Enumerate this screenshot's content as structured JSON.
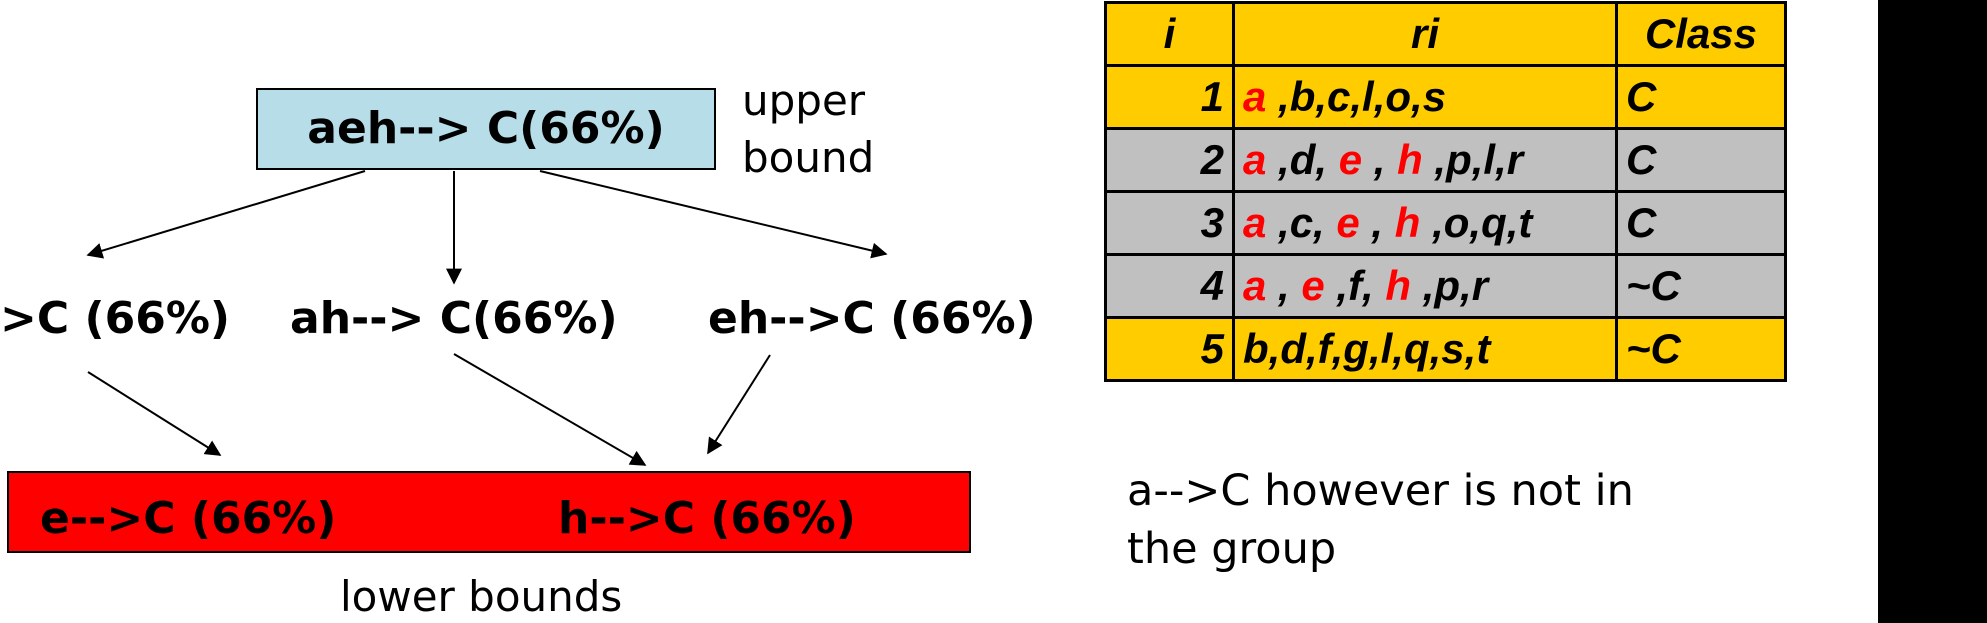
{
  "diagram": {
    "top_box": "aeh--> C(66%)",
    "upper_label_line1": "upper",
    "upper_label_line2": "bound",
    "mid_left": ">C (66%)",
    "mid_center": "ah--> C(66%)",
    "mid_right": "eh-->C (66%)",
    "bottom_left": "e-->C (66%)",
    "bottom_right": "h-->C (66%)",
    "lower_label": "lower bounds",
    "colors": {
      "top_box_fill": "#b7dde8",
      "bottom_box_fill": "#ff0000"
    }
  },
  "note": {
    "line1": "a-->C however is not in",
    "line2": "the group"
  },
  "table": {
    "headers": [
      "i",
      "ri",
      "Class"
    ],
    "rows": [
      {
        "i": "1",
        "items": [
          {
            "t": "a",
            "hl": true
          },
          {
            "t": " ,b,c,l,o,s",
            "hl": false
          }
        ],
        "class": "C",
        "color": "gold"
      },
      {
        "i": "2",
        "items": [
          {
            "t": "a",
            "hl": true
          },
          {
            "t": " ,d, ",
            "hl": false
          },
          {
            "t": "e",
            "hl": true
          },
          {
            "t": " , ",
            "hl": false
          },
          {
            "t": "h",
            "hl": true
          },
          {
            "t": " ,p,l,r",
            "hl": false
          }
        ],
        "class": "C",
        "color": "gray"
      },
      {
        "i": "3",
        "items": [
          {
            "t": "a",
            "hl": true
          },
          {
            "t": " ,c, ",
            "hl": false
          },
          {
            "t": "e",
            "hl": true
          },
          {
            "t": " , ",
            "hl": false
          },
          {
            "t": "h",
            "hl": true
          },
          {
            "t": " ,o,q,t",
            "hl": false
          }
        ],
        "class": "C",
        "color": "gray"
      },
      {
        "i": "4",
        "items": [
          {
            "t": "a",
            "hl": true
          },
          {
            "t": " , ",
            "hl": false
          },
          {
            "t": "e",
            "hl": true
          },
          {
            "t": " ,f, ",
            "hl": false
          },
          {
            "t": "h",
            "hl": true
          },
          {
            "t": " ,p,r",
            "hl": false
          }
        ],
        "class": "~C",
        "color": "gray"
      },
      {
        "i": "5",
        "items": [
          {
            "t": "b,d,f,g,l,q,s,t",
            "hl": false
          }
        ],
        "class": "~C",
        "color": "gold"
      }
    ],
    "colors": {
      "gold": "#ffcc00",
      "gray": "#c0c0c0",
      "highlight": "#ff0000"
    }
  }
}
